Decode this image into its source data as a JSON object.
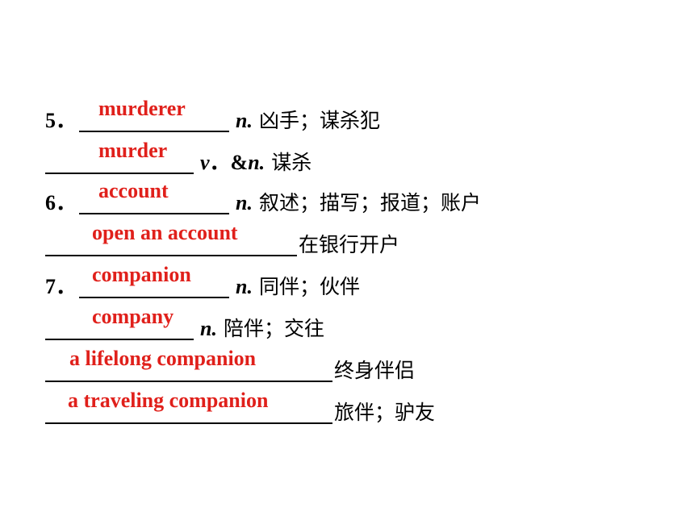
{
  "items": [
    {
      "number": "5．",
      "answer": "murderer",
      "pos": "n.",
      "meaning": "凶手；谋杀犯"
    },
    {
      "number": "",
      "answer": "murder",
      "pos_italic": "v",
      "pos_mid": "．&",
      "pos_italic2": "n.",
      "meaning": "谋杀"
    },
    {
      "number": "6．",
      "answer": "account",
      "pos": "n.",
      "meaning": "叙述；描写；报道；账户"
    },
    {
      "number": "",
      "answer": "open an account",
      "meaning": "在银行开户"
    },
    {
      "number": "7．",
      "answer": "companion",
      "pos": "n.",
      "meaning": "同伴；伙伴"
    },
    {
      "number": "",
      "answer": "company",
      "pos": "n.",
      "meaning": "陪伴；交往"
    },
    {
      "number": "",
      "answer": "a lifelong companion",
      "meaning": "终身伴侣"
    },
    {
      "number": "",
      "answer": "a traveling companion",
      "meaning": "旅伴；驴友"
    }
  ],
  "colors": {
    "answer": "#e0201b",
    "text": "#000000",
    "background": "#ffffff"
  }
}
